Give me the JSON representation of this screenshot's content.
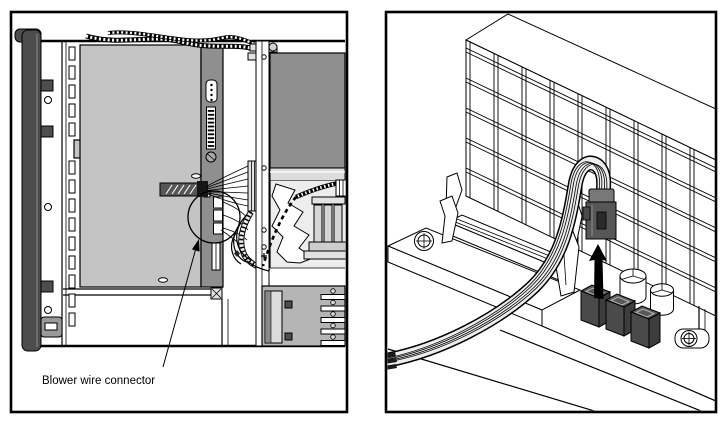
{
  "figure": {
    "left_panel": {
      "description": "chassis-interior-top-view",
      "callout_label": "Blower wire connector"
    },
    "right_panel": {
      "description": "blower-wire-connector-unplug-detail"
    },
    "colors": {
      "line": "#000000",
      "background": "#ffffff",
      "dark": "#4d4d4d",
      "mid": "#8f8f8f",
      "light": "#c4c4c4",
      "pale": "#e2e2e2",
      "band": "#dcdcdc",
      "cable": "#ededed",
      "torn": "#ededed",
      "card": "#b5b5b5"
    }
  }
}
